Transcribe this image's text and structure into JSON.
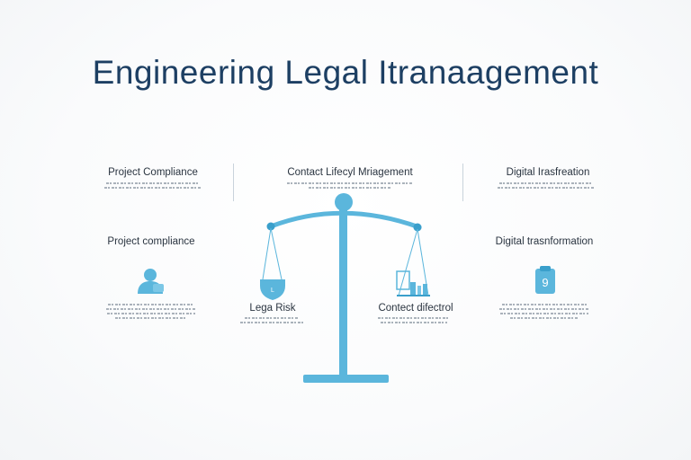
{
  "title": "Engineering Legal Itranaagement",
  "top_row": {
    "left": "Project Compliance",
    "center": "Contact Lifecyl Mriagement",
    "right": "Digital Irasfreation"
  },
  "middle_row": {
    "left": "Project compliance",
    "right": "Digital trasnformation"
  },
  "pan_labels": {
    "left": "Lega Risk",
    "right": "Contect difectrol"
  },
  "icons": {
    "left": "person-icon",
    "right": "document-icon",
    "left_pan": "shield-icon",
    "right_pan": "contract-icon"
  },
  "colors": {
    "title": "#1d3f63",
    "accent": "#5bb6dc",
    "accent_dark": "#3a9fcb"
  }
}
